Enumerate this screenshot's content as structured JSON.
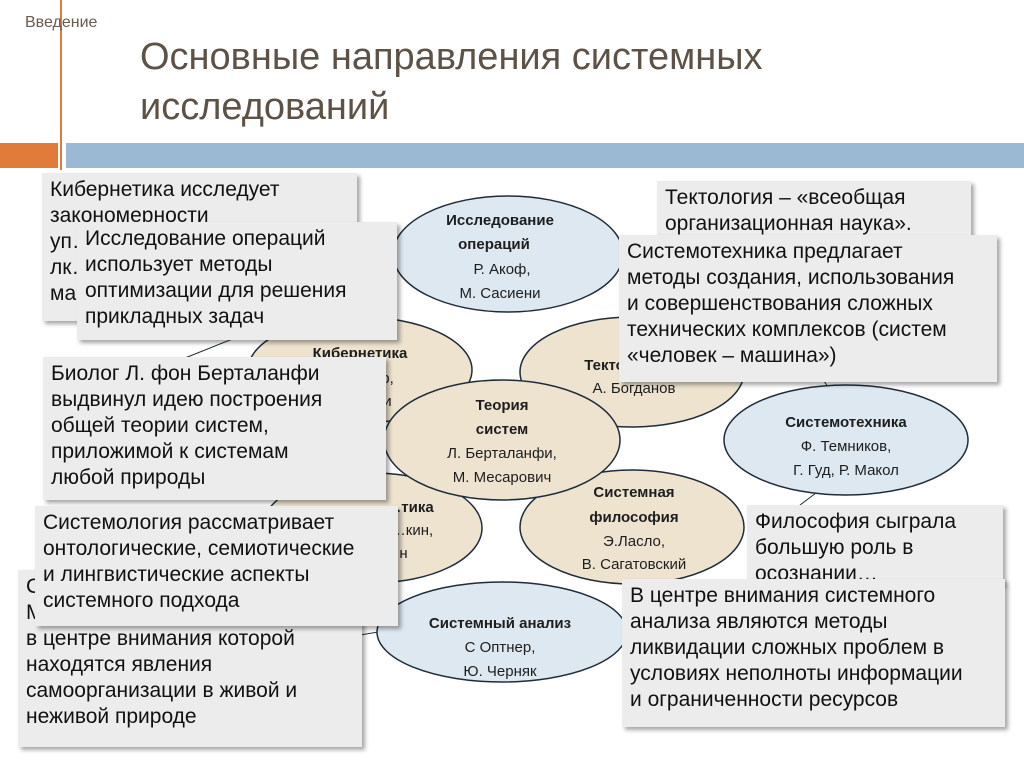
{
  "slide": {
    "section": "Введение",
    "title": "Основные направления системных исследований"
  },
  "ovals": {
    "op_research": {
      "title": "Исследование\nопераций",
      "line1": "Р. Акоф,",
      "line2": "М. Сасиени"
    },
    "cybernetics": {
      "title": "Кибернетика",
      "line1": "…р,",
      "line2": "…и"
    },
    "tectology": {
      "title": "Текто…",
      "line1": "А. Богданов"
    },
    "systems_theory": {
      "title1": "Теория",
      "title2": "систем",
      "line1": "Л. Берталанфи,",
      "line2": "М. Месарович"
    },
    "systemology": {
      "title": "…тика",
      "line1": "…кин,",
      "line2": "…н"
    },
    "sys_philosophy": {
      "title1": "Системная",
      "title2": "философия",
      "line1": "Э.Ласло,",
      "line2": "В. Сагатовский"
    },
    "sys_engineering": {
      "title": "Системотехника",
      "line1": "Ф. Темников,",
      "line2": "Г. Гуд, Р. Макол"
    },
    "sys_analysis": {
      "title": "Системный анализ",
      "line1": "С Оптнер,",
      "line2": "Ю. Черняк"
    }
  },
  "callouts": {
    "cybernetics": "Кибернетика исследует\nзакономерности\nуп…\nлк…\nма…",
    "op_research": "Исследование операций\nиспользует методы\nоптимизации для решения\nприкладных задач",
    "tectology": "Тектология – «всеобщая\nорганизационная наука».",
    "sys_engineering": "Системотехника предлагает\nметоды создания, использования\nи совершенствования сложных\nтехнических комплексов (систем\n«человек – машина»)",
    "bertalanffy": "Биолог Л. фон Берталанфи\nвыдвинул идею построения\nобщей теории систем,\nприложимой к системам\nлюбой природы",
    "systemology": "Системология рассматривает\nонтологические, семиотические\nи лингвистические аспекты\nсистемного подхода",
    "synergetics": "С…\nМ…\nв центре внимания которой\nнаходятся явления\nсамоорганизации в живой и\nнеживой природе",
    "philosophy": "Философия сыграла\nбольшую роль в\nосознании…",
    "sys_analysis": "В центре внимания системного\nанализа являются методы\nликвидации сложных проблем в\nусловиях неполноты информации\nи ограниченности ресурсов"
  },
  "colors": {
    "accent_orange": "#e07b39",
    "accent_blue": "#9cb9d3",
    "oval_blue": "#dde8f0",
    "oval_tan": "#ede3cf",
    "oval_stroke": "#1f2d3a",
    "callout_bg": "#ececec"
  }
}
